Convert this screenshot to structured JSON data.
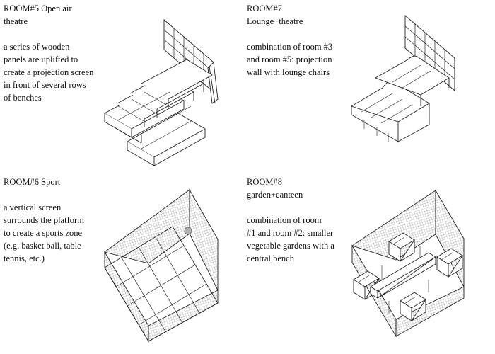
{
  "rooms": [
    {
      "id": "room5",
      "title": "ROOM#5 Open air\ntheatre",
      "description": "a series of wooden\npanels are uplifted to\ncreate a projection screen\nin front of several rows\nof benches"
    },
    {
      "id": "room7",
      "title": "ROOM#7\nLounge+theatre",
      "description": "combination of room #3\nand room #5: projection\nwall with lounge chairs"
    },
    {
      "id": "room6",
      "title": "ROOM#6 Sport",
      "description": "a vertical screen\nsurrounds the platform\nto create a sports zone\n(e.g. basket ball, table\ntennis, etc.)"
    },
    {
      "id": "room8",
      "title": "ROOM#8\ngarden+canteen",
      "description": "combination of room\n#1 and room #2: smaller\nvegetable gardens with a\ncentral bench"
    }
  ],
  "colors": {
    "line": "#222222",
    "hatch": "#9a9a9a",
    "ball": "#b0b0b0"
  }
}
